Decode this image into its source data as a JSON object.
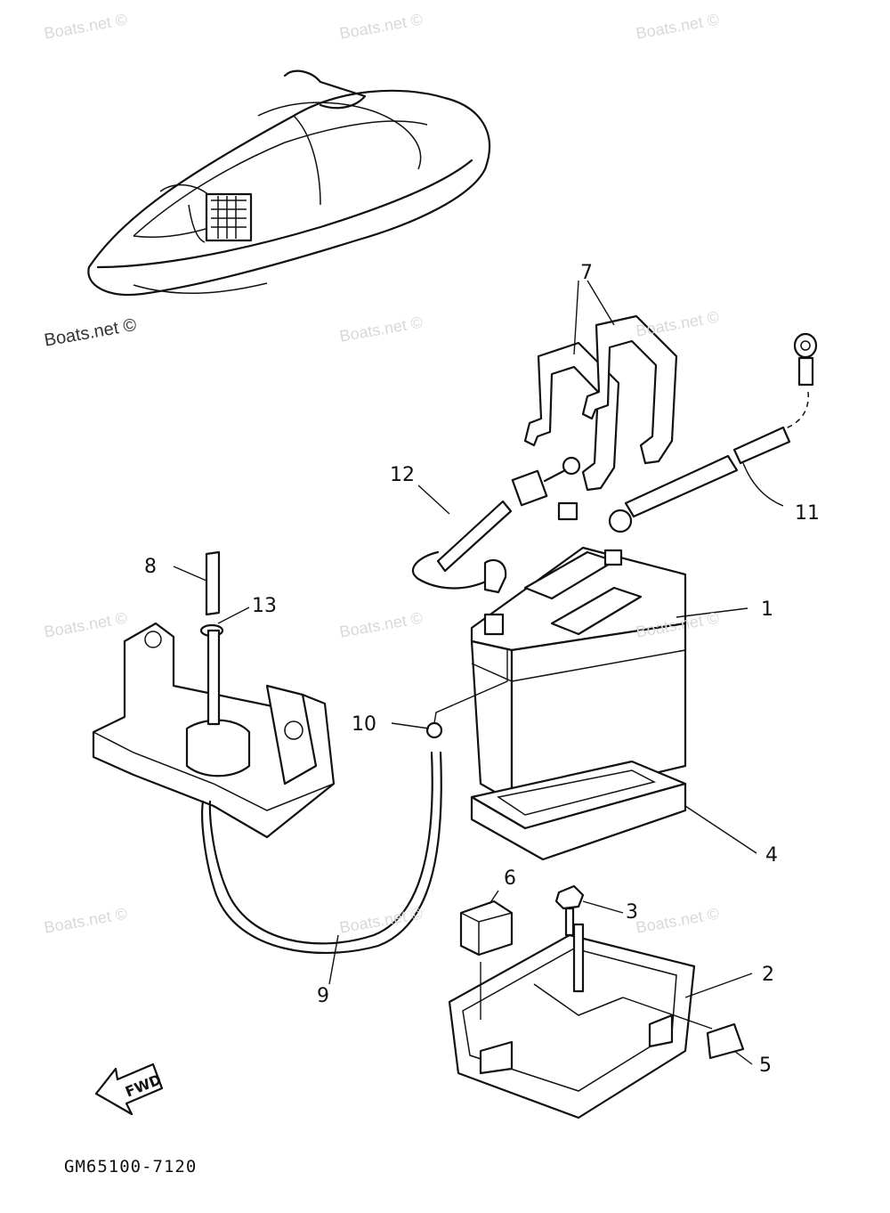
{
  "watermark": "Boats.net ©",
  "diagram_code": "GM65100-7120",
  "fwd_label": "FWD",
  "callouts": {
    "c1": "1",
    "c2": "2",
    "c3": "3",
    "c4": "4",
    "c5": "5",
    "c6": "6",
    "c7": "7",
    "c8": "8",
    "c9": "9",
    "c10": "10",
    "c11": "11",
    "c12": "12",
    "c13": "13"
  }
}
